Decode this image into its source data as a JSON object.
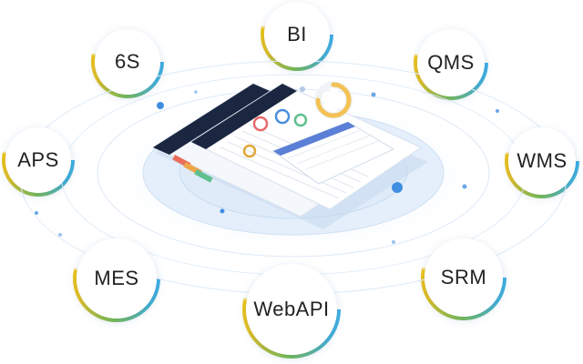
{
  "modules": {
    "bi": "BI",
    "six_s": "6S",
    "qms": "QMS",
    "aps": "APS",
    "wms": "WMS",
    "mes": "MES",
    "srm": "SRM",
    "webapi": "WebAPI"
  },
  "colors": {
    "ring_blue": "#3fb0e6",
    "ring_green": "#7dbf4c",
    "ring_yellow": "#f1c515",
    "orbit_blue": "#cfe3f6",
    "dot_blue": "#3f8ee0",
    "dashboard_header": "#1b2640"
  },
  "icons": {
    "dashboard": "dashboard-illustration"
  }
}
